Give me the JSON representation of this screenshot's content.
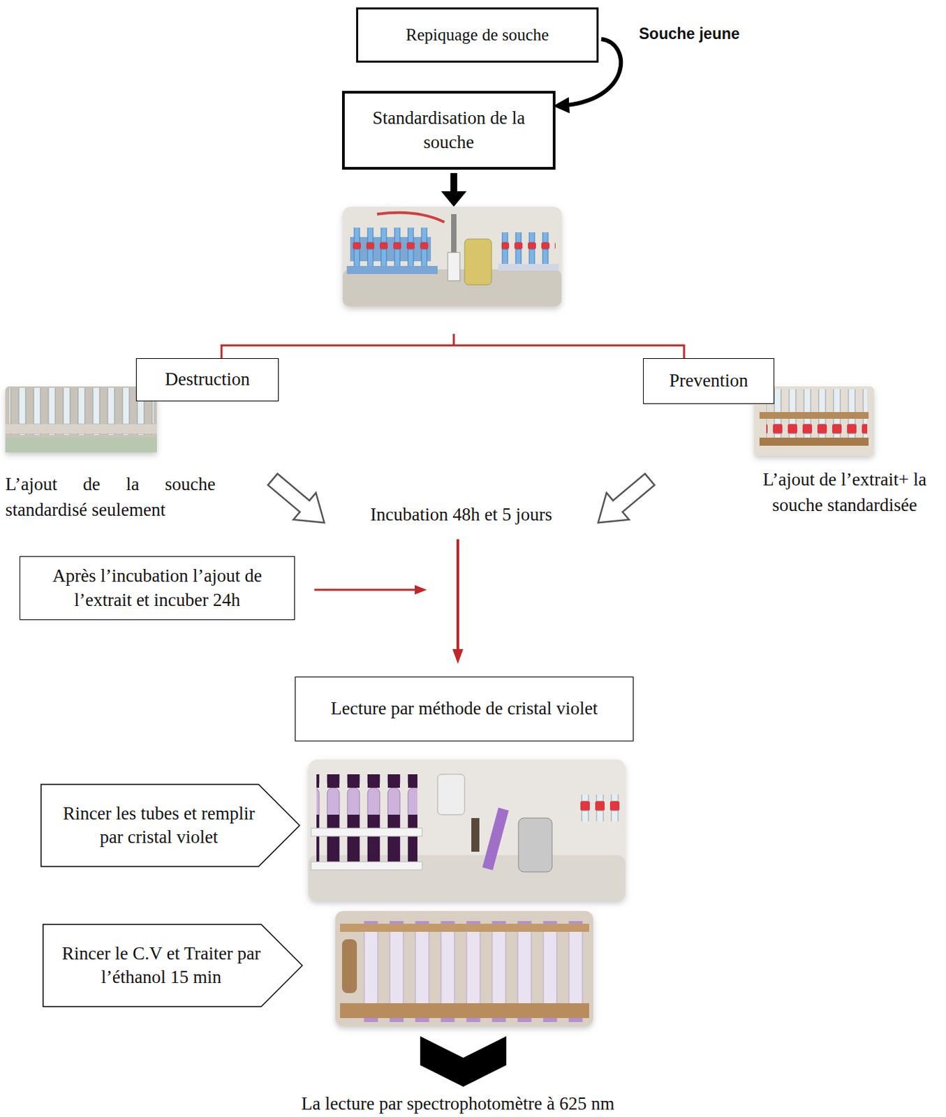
{
  "diagram": {
    "nodes": [
      {
        "text": [
          "Repiquage de souche"
        ]
      },
      {
        "text": [
          "Standardisation de la souche"
        ]
      },
      {
        "text": [
          "Destruction"
        ]
      },
      {
        "text": [
          "Prevention"
        ]
      },
      {
        "text": [
          "Après l’incubation l’ajout de l’extrait et incuber 24h"
        ]
      },
      {
        "text": [
          "Lecture par méthode de cristal violet"
        ]
      },
      {
        "text": [
          "Rincer les tubes et remplir par cristal violet"
        ]
      },
      {
        "text": [
          "Rincer le C.V et Traiter par l’éthanol 15 min"
        ]
      }
    ],
    "edges": [
      {
        "from": 0,
        "to": 1,
        "arrow": "to"
      }
    ],
    "labels": [
      "Souche jeune",
      "L’ajout de la souche standardisé seulement",
      "Incubation 48h et 5 jours",
      "L’ajout de l’extrait+ la souche standardisée",
      "La lecture par spectrophotomètre à 625 nm"
    ]
  }
}
